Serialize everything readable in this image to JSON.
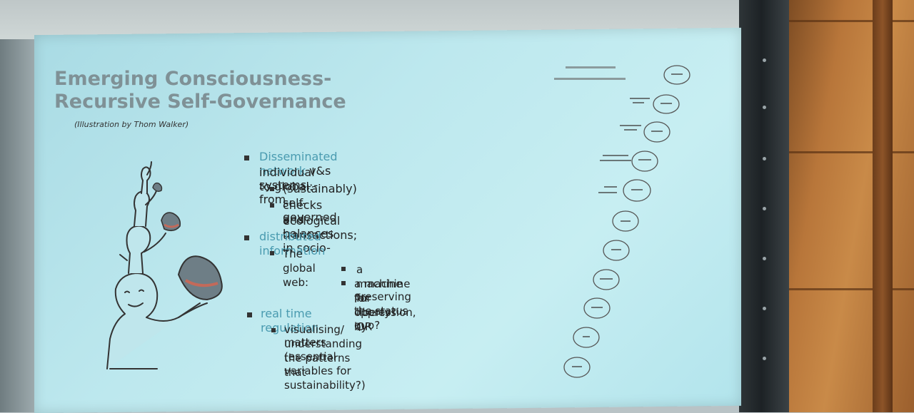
{
  "slide": {
    "title_line1": "Emerging Consciousness-",
    "title_line2": "Recursive Self-Governance",
    "credit": "(Illustration by Thom Walker)",
    "bullets": [
      {
        "text": "Disseminated network v&s systems, - from",
        "accent_part": "Disseminated network"
      },
      {
        "text": "individual to global:"
      },
      {
        "text": "(sustainably) self-governed"
      },
      {
        "text": "checks and balances in socio-"
      },
      {
        "text": "ecological transactions;"
      },
      {
        "text": "distributed information"
      },
      {
        "text": "The global web:"
      },
      {
        "text": "a machine for liberty? OR"
      },
      {
        "text": "a machine for oppression, by"
      },
      {
        "text": "preserving the status quo?"
      },
      {
        "text": "real time regulation"
      },
      {
        "text": "visualising/ understanding the patterns that"
      },
      {
        "text": "matters (essential variables for sustainability?)"
      }
    ],
    "bullet_line1_rest": " v&s systems, - from"
  },
  "colors": {
    "slide_bg": "#bde8ee",
    "title": "#7f9196",
    "accent": "#4a9bb0",
    "text": "#222222",
    "wood": "#b8763a",
    "frame": "#1d2225"
  },
  "icons": [
    "stacked-figures-illustration",
    "hat-icon",
    "recursion-chain-diagram"
  ]
}
